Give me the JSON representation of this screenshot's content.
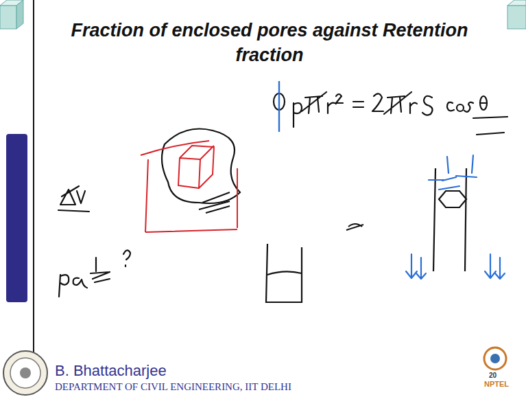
{
  "diagram": {
    "title": "Fraction of enclosed pores against Retention fraction",
    "labels": [
      "B. Bhattacharjee",
      "DEPARTMENT OF CIVIL ENGINEERING, IIT DELHI",
      "20",
      "NPTEL"
    ]
  }
}
